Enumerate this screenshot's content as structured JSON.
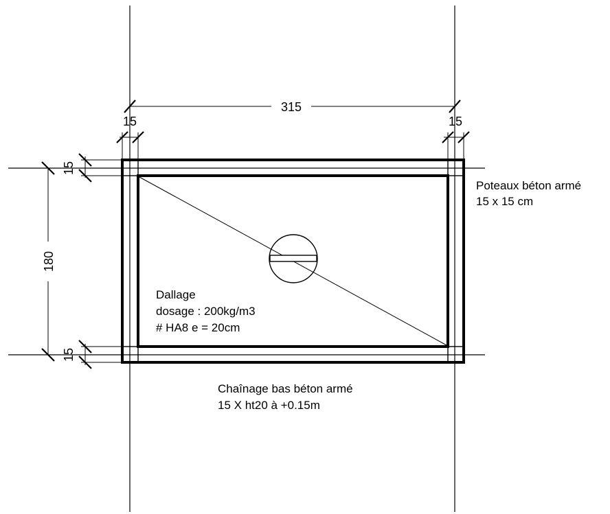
{
  "dimensions": {
    "overall_width": "315",
    "left_post_width": "15",
    "right_post_width": "15",
    "overall_height": "180",
    "top_post_height": "15",
    "bottom_post_height": "15"
  },
  "notes": {
    "posts": [
      "Poteaux béton armé",
      "15 x 15 cm"
    ],
    "slab": [
      "Dallage",
      "dosage : 200kg/m3",
      "# HA8 e = 20cm"
    ],
    "beam": [
      "Chaînage bas béton armé",
      "15 X ht20 à +0.15m"
    ]
  },
  "colors": {
    "ink": "#000000",
    "background": "#ffffff"
  },
  "symbols": {
    "drain": "floor-drain-symbol"
  }
}
